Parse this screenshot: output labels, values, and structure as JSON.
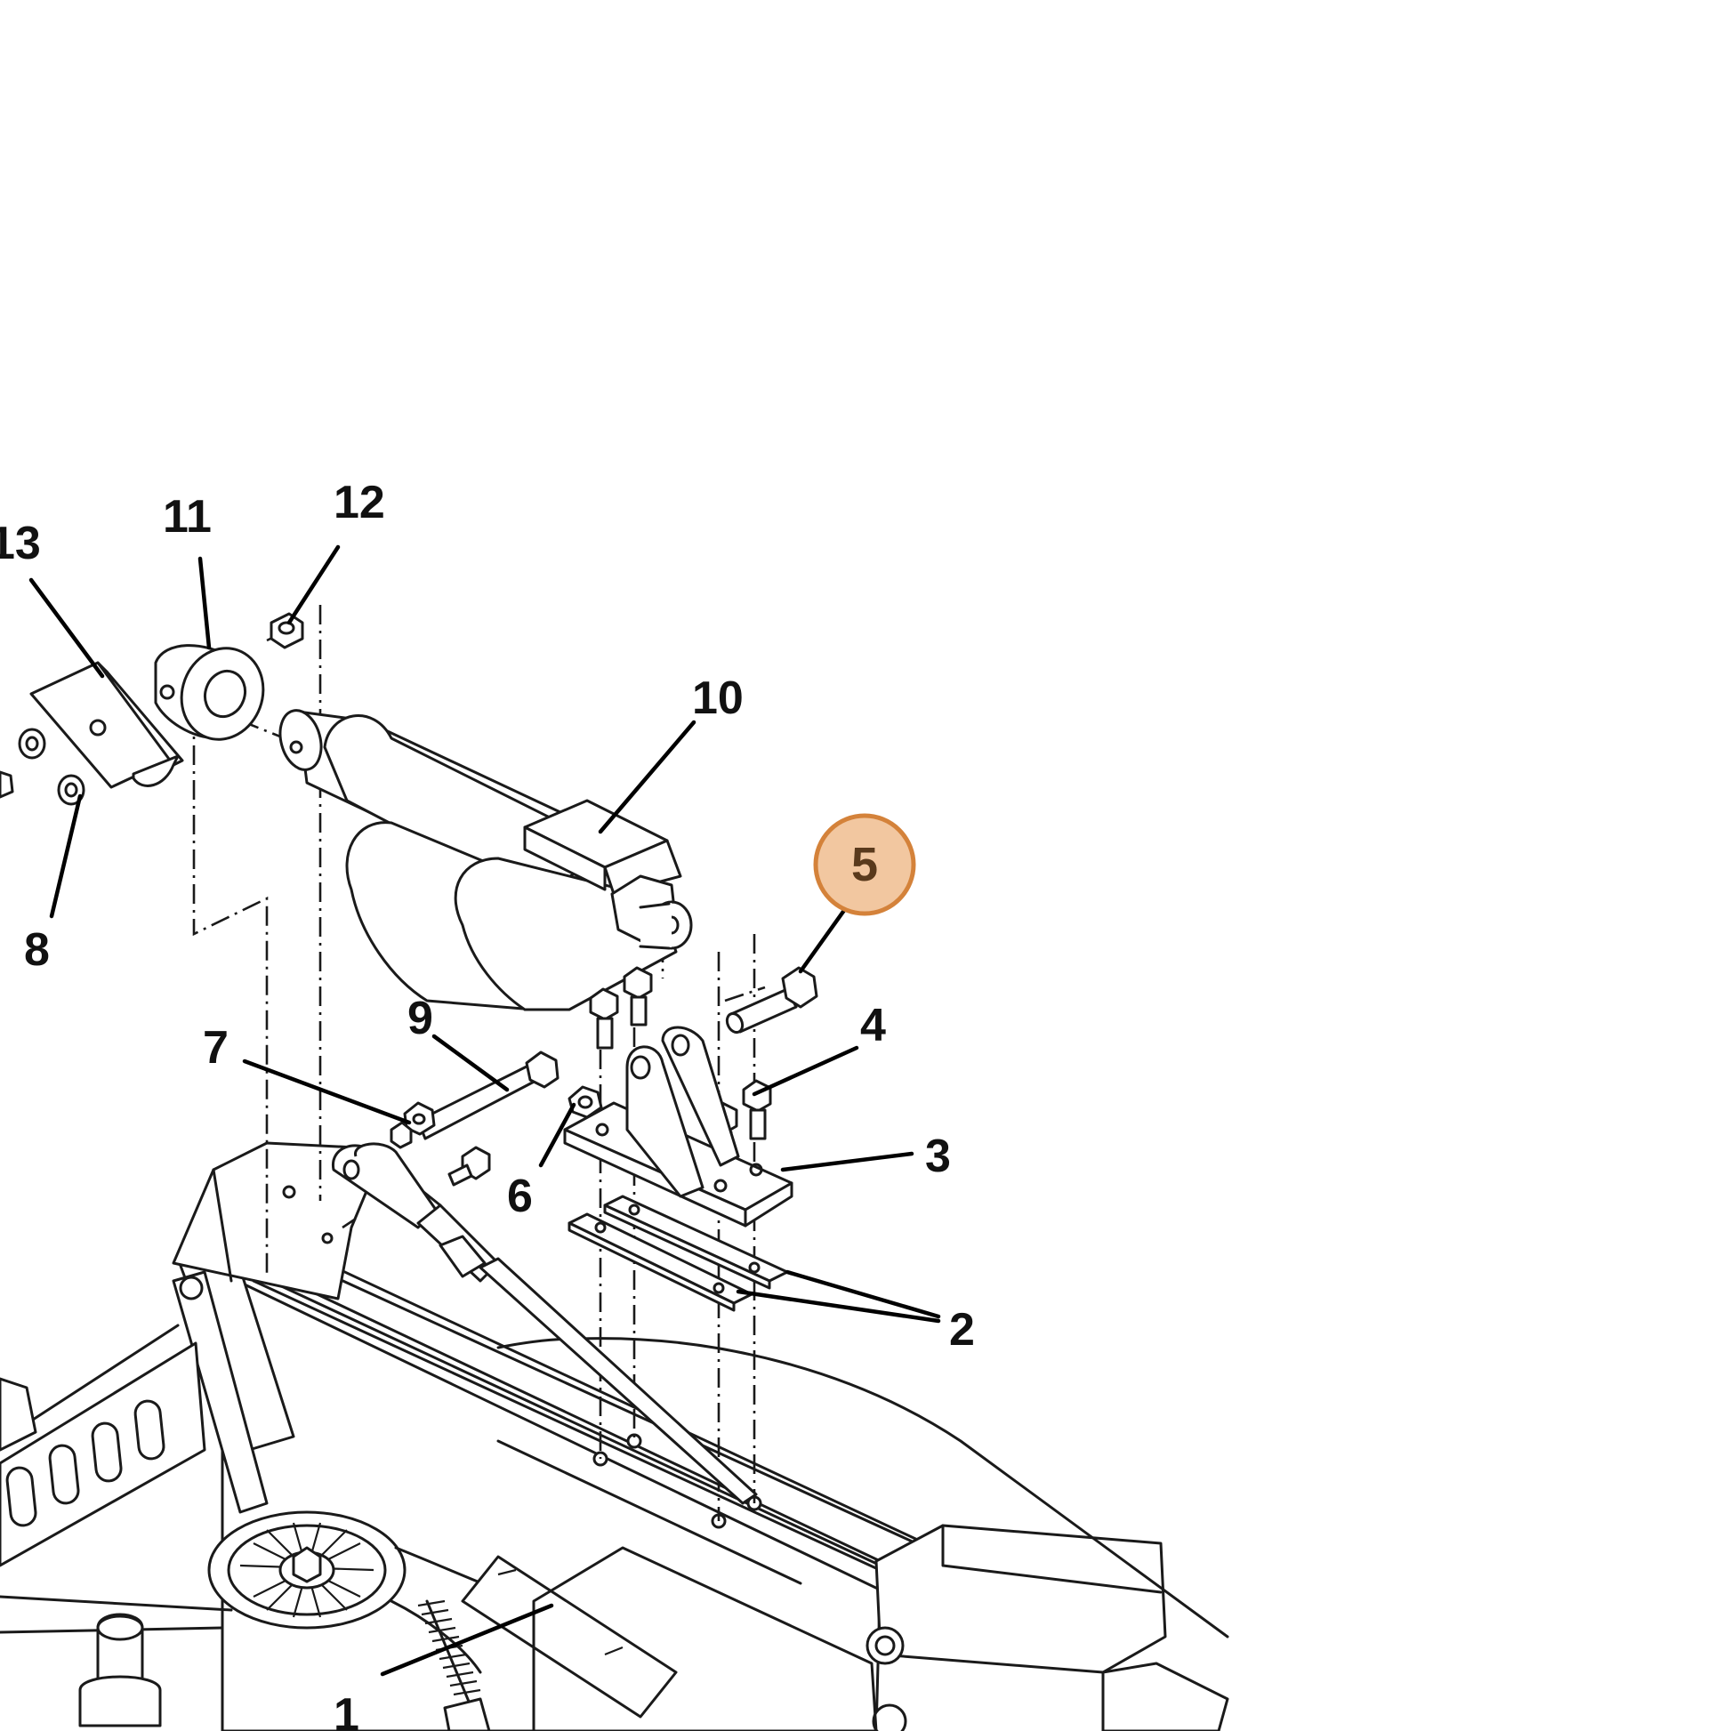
{
  "callouts": {
    "c1": "1",
    "c2": "2",
    "c3": "3",
    "c4": "4",
    "c5": "5",
    "c6": "6",
    "c7": "7",
    "c8": "8",
    "c9": "9",
    "c10": "10",
    "c11": "11",
    "c12": "12",
    "c13": "13"
  },
  "highlight": {
    "callout": "5",
    "fill_color": "#f2c7a0",
    "stroke_color": "#d4823a",
    "text_color": "#5a3a1c"
  }
}
